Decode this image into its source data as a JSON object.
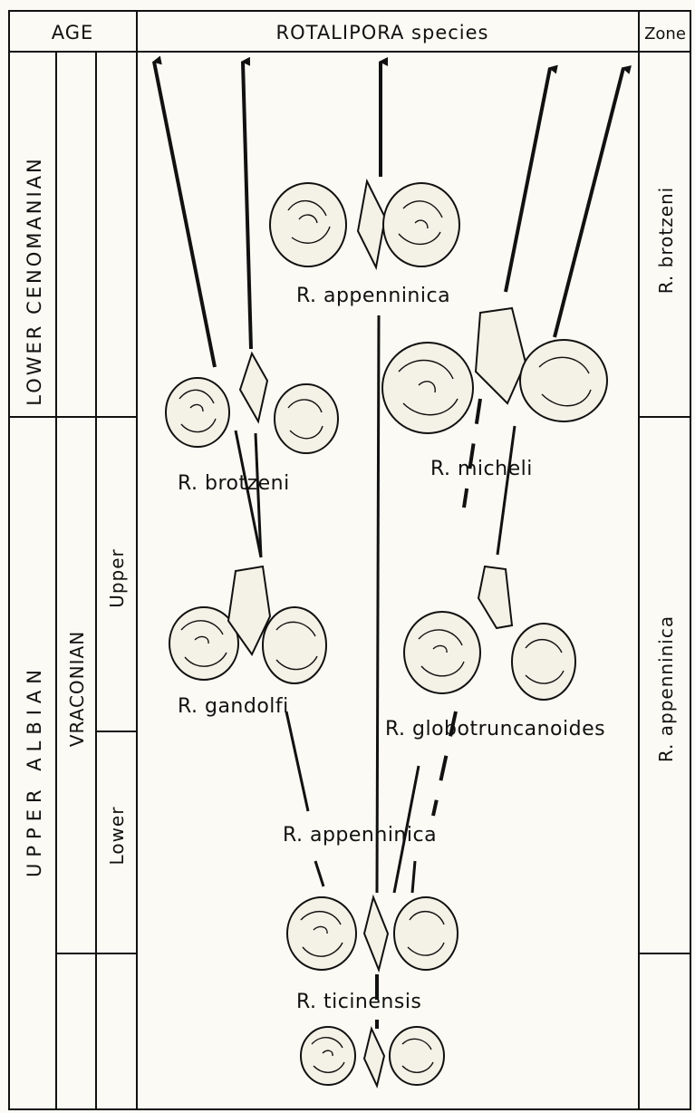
{
  "headers": {
    "age": "AGE",
    "species": "ROTALIPORA species",
    "zone": "Zone"
  },
  "stages": {
    "lower_cenomanian": "LOWER CENOMANIAN",
    "upper_albian": "UPPER ALBIAN",
    "vraconian": "VRACONIAN",
    "upper": "Upper",
    "lower": "Lower"
  },
  "zones": {
    "brotzeni": "R. brotzeni",
    "appenninica": "R. appenninica"
  },
  "species_labels": {
    "appenninica_top": "R. appenninica",
    "brotzeni": "R. brotzeni",
    "micheli": "R. micheli",
    "gandolfi": "R. gandolfi",
    "globotruncanoides": "R. globotruncanoides",
    "appenninica_low": "R. appenninica",
    "ticinensis": "R. ticinensis"
  }
}
